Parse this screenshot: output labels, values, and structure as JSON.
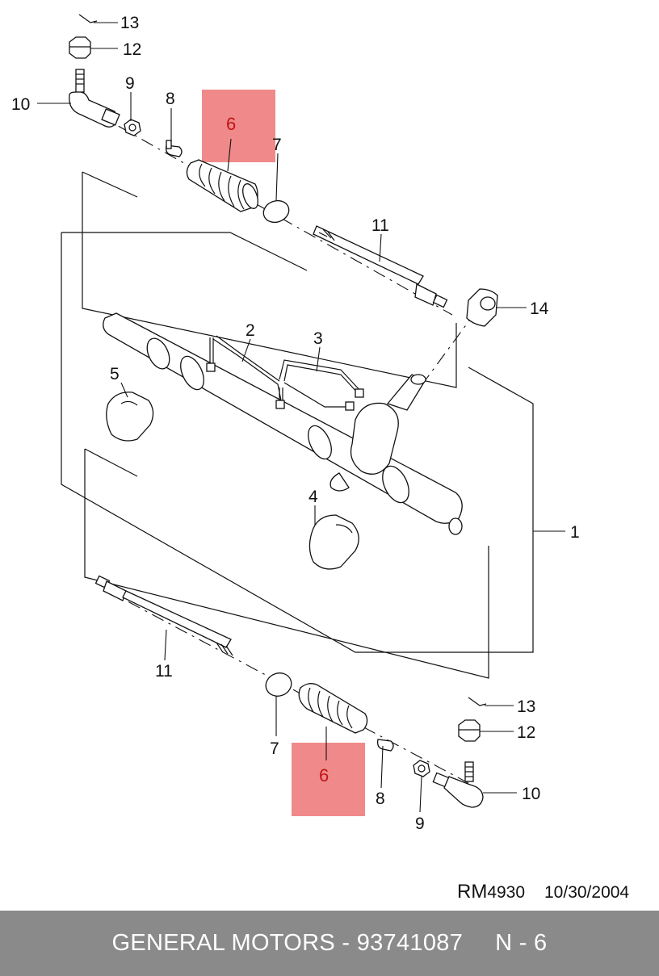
{
  "diagram": {
    "callouts": {
      "c13_top": "13",
      "c12_top": "12",
      "c10_top": "10",
      "c9_top": "9",
      "c8_top": "8",
      "c7_top": "7",
      "c11_top": "11",
      "c14": "14",
      "c2": "2",
      "c3": "3",
      "c5": "5",
      "c4": "4",
      "c1": "1",
      "c11_bottom": "11",
      "c7_bottom": "7",
      "c13_bottom": "13",
      "c12_bottom": "12",
      "c8_bottom": "8",
      "c9_bottom": "9",
      "c10_bottom": "10"
    },
    "highlights": {
      "top_label": "6",
      "bottom_label": "6",
      "color": "#f08a8a",
      "text_color": "#c0141a"
    },
    "reference": {
      "prefix": "RM",
      "number": "4930",
      "date": "10/30/2004"
    }
  },
  "footer": {
    "brand_part": "GENERAL MOTORS - 93741087",
    "page": "N - 6",
    "background": "#8a8a8a"
  }
}
